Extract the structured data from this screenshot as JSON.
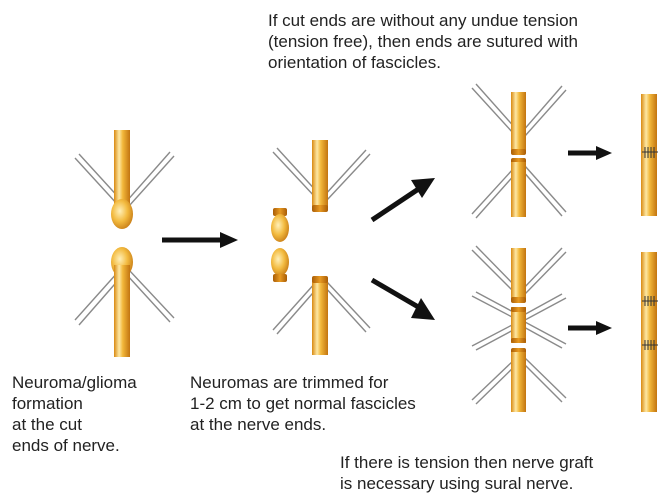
{
  "captions": {
    "top": "If cut ends are without any undue tension\n(tension free), then ends are sutured with\norientation of fascicles.",
    "neuroma": "Neuroma/glioma\nformation\nat the cut\nends of nerve.",
    "trim": "Neuromas are trimmed for\n1-2 cm to get normal fascicles\nat the nerve ends.",
    "graft": "If there is tension then nerve graft\nis necessary using sural nerve."
  },
  "colors": {
    "nerve_light": "#fde7a3",
    "nerve_mid": "#f2b73a",
    "nerve_dark": "#d98a12",
    "nerve_edge": "#b56a06",
    "arrow": "#111111",
    "instrument": "#8a8a8a",
    "text": "#222222"
  },
  "stages": [
    {
      "id": "neuroma-formation"
    },
    {
      "id": "neuromas-trimmed"
    },
    {
      "id": "ends-ready-direct-repair"
    },
    {
      "id": "ends-with-nerve-graft"
    },
    {
      "id": "sutured-direct"
    },
    {
      "id": "sutured-graft"
    }
  ]
}
